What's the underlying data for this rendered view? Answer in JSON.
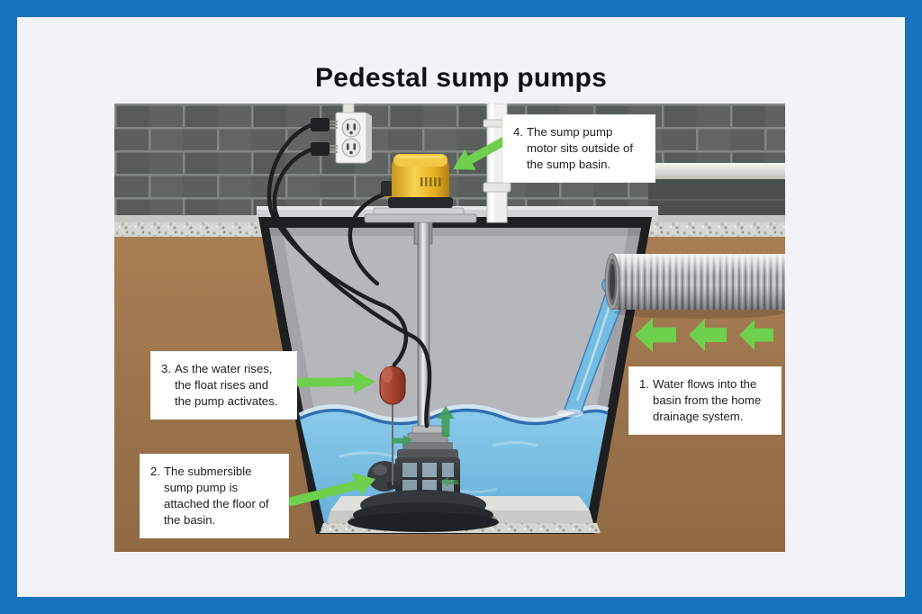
{
  "title": "Pedestal sump pumps",
  "callouts": [
    {
      "number": "1.",
      "body": "Water flows into the basin from the home drainage system."
    },
    {
      "number": "2.",
      "body": "The submersible sump pump is attached the floor of the basin."
    },
    {
      "number": "3.",
      "body": "As the water rises, the float rises and the pump activates."
    },
    {
      "number": "4.",
      "body": "The sump pump motor sits outside of the sump basin."
    }
  ],
  "colors": {
    "frame_blue": "#1873bd",
    "page_background": "#f2f2f7",
    "arrow_green": "#6fd04d",
    "water_blue": "#7ec2e5",
    "waterline_blue": "#2f6fb0",
    "motor_yellow": "#eebc2e",
    "float_red": "#a84538",
    "soil_brown": "#a2794f",
    "brick_wall_gray": "#5b605e",
    "pvc_pipe_white": "#f0f1ee"
  },
  "parts": {
    "outlet": "electrical-outlet",
    "plugs": "power-plugs",
    "motor": "pedestal-motor",
    "discharge": "discharge-pipe",
    "basin": "sump-basin",
    "water": "water",
    "float": "float-switch",
    "pump": "submersible-pump",
    "inlet": "drainage-pipe",
    "flow": "flow-arrows"
  }
}
